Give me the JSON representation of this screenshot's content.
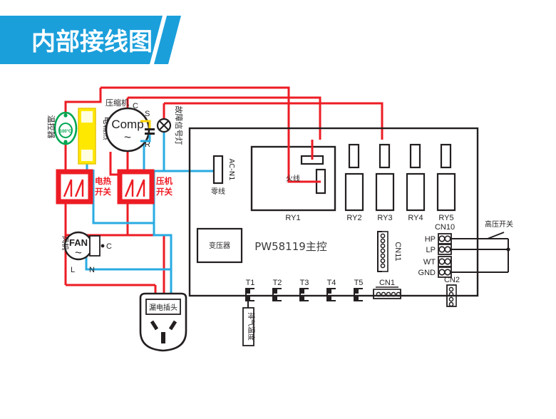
{
  "header": {
    "title": "内部接线图"
  },
  "colors": {
    "banner": "#1b9fdb",
    "wire_live": "#ed1c24",
    "wire_neutral": "#29abe2",
    "wire_capacitor": "#ffd400",
    "relay_switch": "#ed1c24",
    "thermostat": "#00a651",
    "heater": "#ffd400",
    "outline": "#231f20"
  },
  "components": {
    "thermostat": {
      "label": "温控器",
      "rating": "100°C"
    },
    "aux_heater": {
      "label": "电辅热"
    },
    "compressor": {
      "label": "压缩机",
      "body": "Comp",
      "wave": "~",
      "terminals": [
        "C",
        "S",
        "R"
      ]
    },
    "fault_lamp": {
      "label": "故障信号灯"
    },
    "heater_switch": {
      "label_line1": "电热",
      "label_line2": "开关"
    },
    "compressor_switch": {
      "label_line1": "压机",
      "label_line2": "开关"
    },
    "fan": {
      "label": "风机",
      "body": "FAN",
      "wave": "~",
      "terminals": [
        "L",
        "N",
        "C"
      ]
    },
    "plug": {
      "label": "漏电插头"
    },
    "hp_switch": {
      "label": "高压开关"
    },
    "exhaust_sensor": {
      "label": "排气温度"
    }
  },
  "board": {
    "title": "PW58119主控",
    "transformer": "变压器",
    "ac_n1": {
      "name": "AC-N1",
      "sub": "零线"
    },
    "live_wire": "火线",
    "relays": [
      "RY1",
      "RY2",
      "RY3",
      "RY4",
      "RY5"
    ],
    "cn10": {
      "name": "CN10",
      "pins": [
        "HP",
        "LP",
        "WT",
        "GND"
      ]
    },
    "cn11": {
      "name": "CN11",
      "pin_count": 8
    },
    "cn1": {
      "name": "CN1",
      "pin_count": 5
    },
    "cn2": {
      "name": "CN2",
      "pin_count": 4
    },
    "sensors": [
      "T1",
      "T2",
      "T3",
      "T4",
      "T5"
    ]
  }
}
